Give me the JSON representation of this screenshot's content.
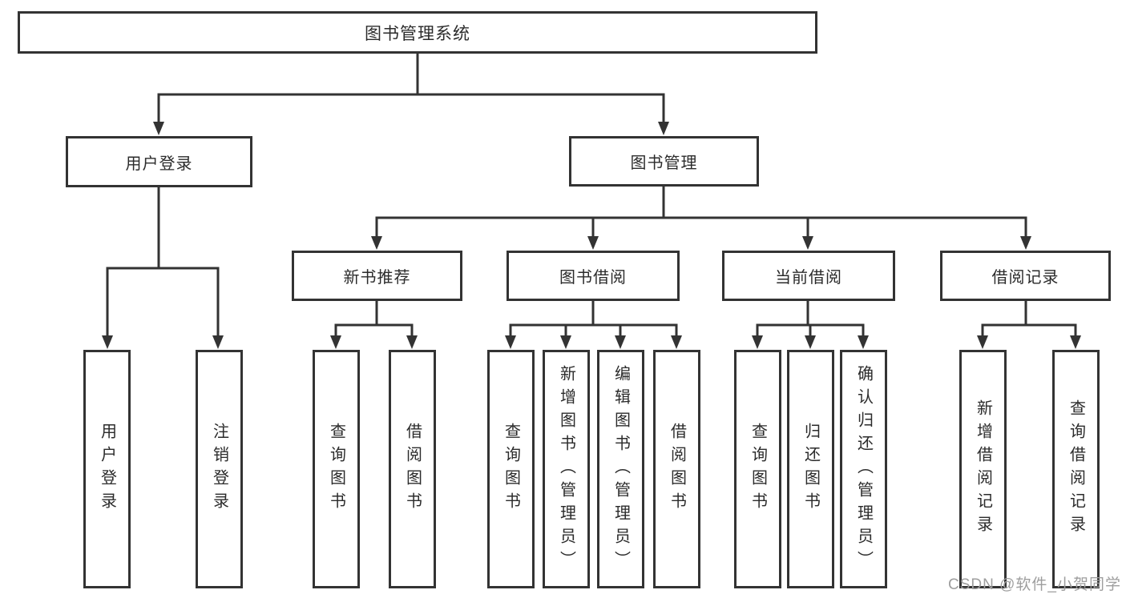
{
  "diagram": {
    "root": {
      "label": "图书管理系统"
    },
    "branches": [
      {
        "label": "用户登录",
        "children": [
          {
            "label": "用户登录"
          },
          {
            "label": "注销登录"
          }
        ]
      },
      {
        "label": "图书管理",
        "children": [
          {
            "label": "新书推荐",
            "children": [
              {
                "label": "查询图书"
              },
              {
                "label": "借阅图书"
              }
            ]
          },
          {
            "label": "图书借阅",
            "children": [
              {
                "label": "查询图书"
              },
              {
                "label": "新增图书（管理员）"
              },
              {
                "label": "编辑图书（管理员）"
              },
              {
                "label": "借阅图书"
              }
            ]
          },
          {
            "label": "当前借阅",
            "children": [
              {
                "label": "查询图书"
              },
              {
                "label": "归还图书"
              },
              {
                "label": "确认归还（管理员）"
              }
            ]
          },
          {
            "label": "借阅记录",
            "children": [
              {
                "label": "新增借阅记录"
              },
              {
                "label": "查询借阅记录"
              }
            ]
          }
        ]
      }
    ]
  },
  "watermark": "CSDN @软件_小贺同学",
  "colors": {
    "line": "#333333",
    "text": "#2b2b2b",
    "background": "#ffffff",
    "watermark": "#9e9e9e"
  }
}
